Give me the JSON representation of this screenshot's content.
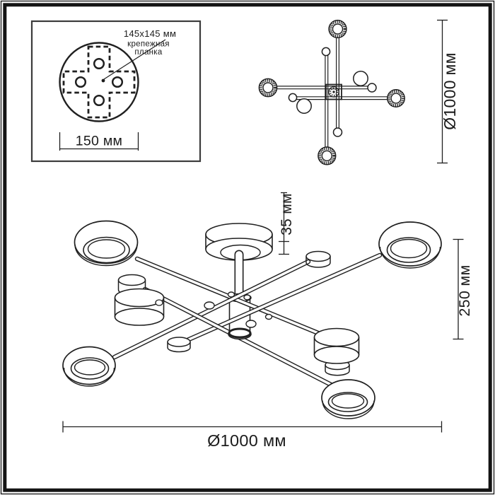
{
  "colors": {
    "ink": "#202020",
    "background": "#ffffff"
  },
  "detail_inset": {
    "size_label": "145x145 мм",
    "bracket_label_line1": "крепежная",
    "bracket_label_line2": "планка",
    "width_dim": "150 мм"
  },
  "top_view": {
    "diameter_dim": "Ø1000 мм"
  },
  "side_view": {
    "canopy_height_dim": "35 мм",
    "drop_height_dim": "250 мм",
    "diameter_dim": "Ø1000 мм"
  }
}
